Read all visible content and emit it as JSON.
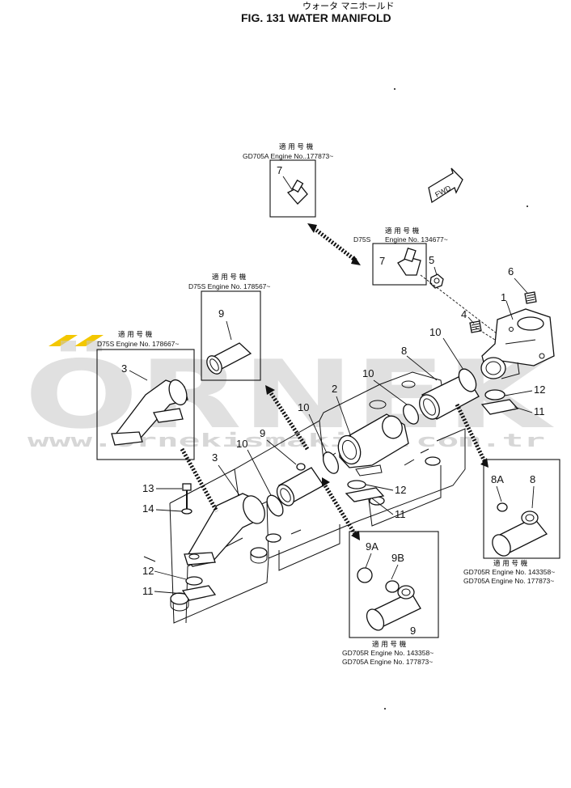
{
  "header": {
    "title_jp": "ウォータ マニホールド",
    "title": "FIG. 131  WATER MANIFOLD"
  },
  "watermark": {
    "logo": "ÖRNEK",
    "url": "www.ornekismakina.com.tr",
    "accent_color": "#f3c700"
  },
  "fwd_label": "FWD",
  "applicability": {
    "jp_label": "適 用 号 機",
    "box_top": {
      "line": "GD705A  Engine No..177873~"
    },
    "box_d75s_7": {
      "model": "D75S",
      "line": "Engine No. 134677~"
    },
    "box_d75s_9": {
      "line": "D75S Engine No. 178567~"
    },
    "box_d75s_3": {
      "line": "D75S  Engine No. 178667~"
    },
    "box_8": {
      "line1": "GD705R  Engine No. 143358~",
      "line2": "GD705A  Engine No. 177873~"
    },
    "box_9b": {
      "line1": "GD705R  Engine No. 143358~",
      "line2": "GD705A  Engine No. 177873~"
    }
  },
  "callouts": {
    "n1": "1",
    "n2": "2",
    "n3a": "3",
    "n3b": "3",
    "n4": "4",
    "n5": "5",
    "n6": "6",
    "n7a": "7",
    "n7b": "7",
    "n8a": "8",
    "n8b": "8",
    "n8A": "8A",
    "n9a": "9",
    "n9b": "9",
    "n9c": "9",
    "n9A": "9A",
    "n9B": "9B",
    "n10a": "10",
    "n10b": "10",
    "n10c": "10",
    "n10d": "10",
    "n11a": "11",
    "n11b": "11",
    "n11c": "11",
    "n12a": "12",
    "n12b": "12",
    "n12c": "12",
    "n13": "13",
    "n14": "14"
  }
}
